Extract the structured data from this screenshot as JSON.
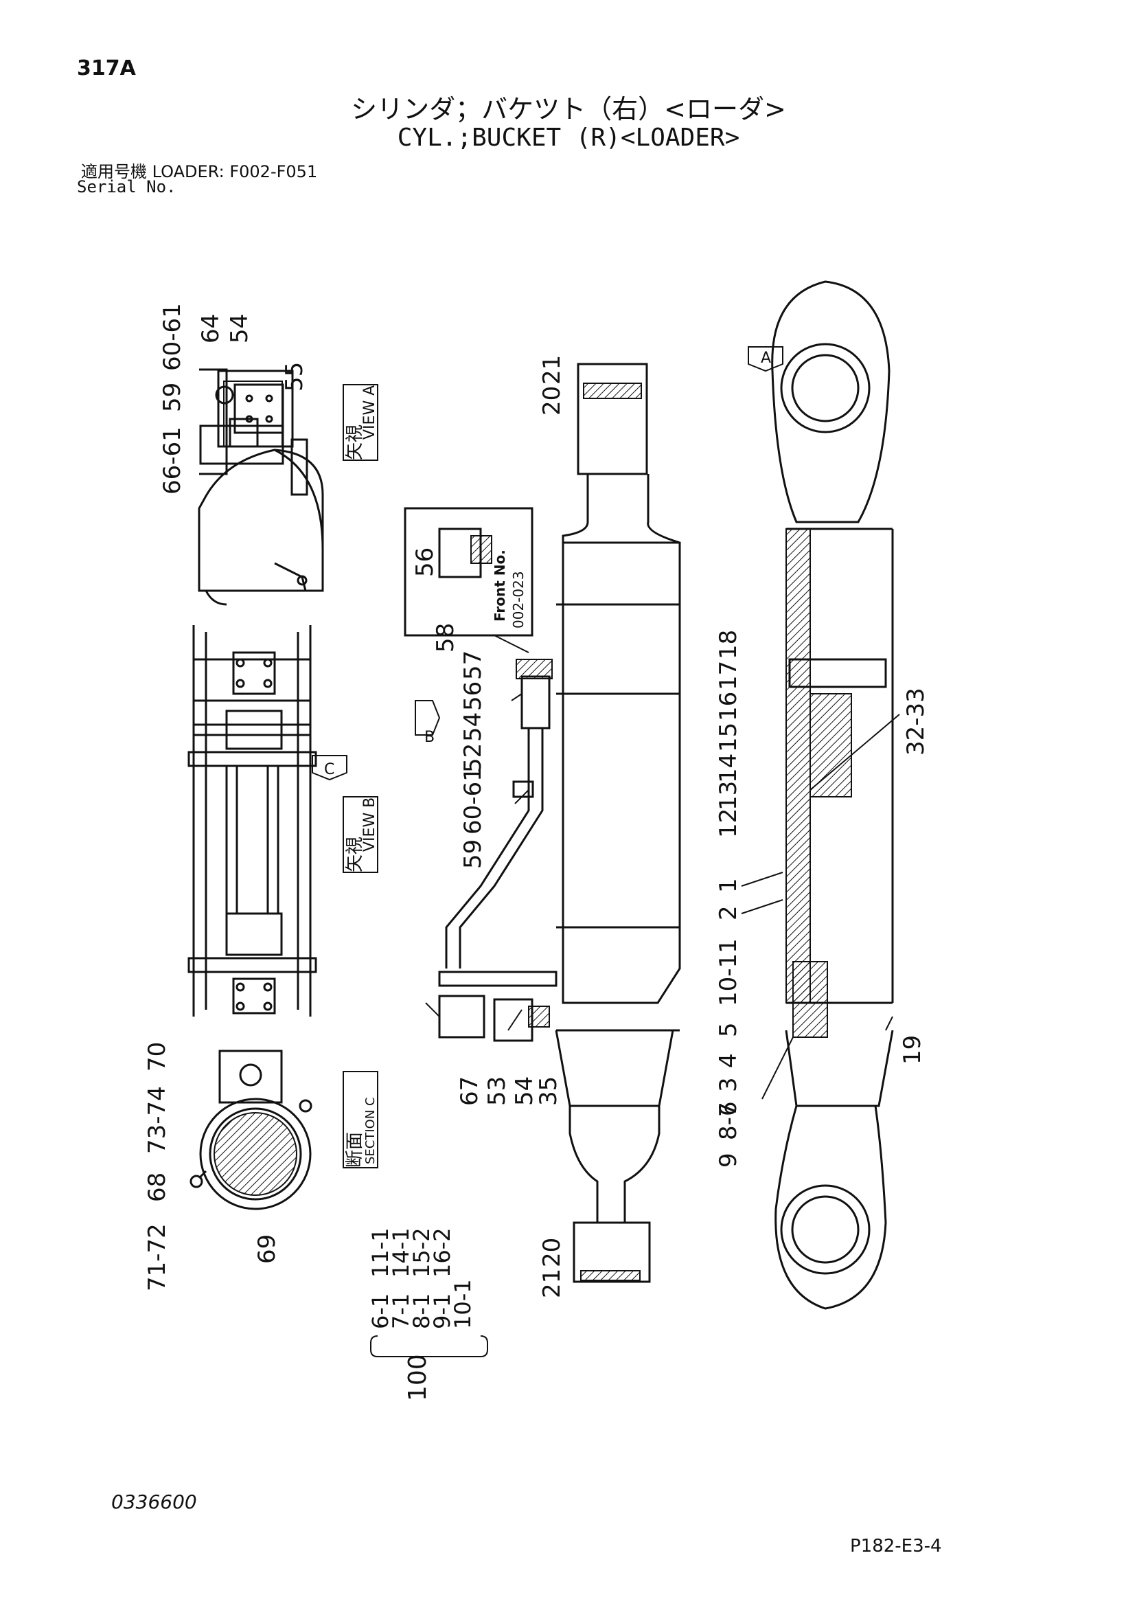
{
  "header": {
    "page_id": "317A",
    "title_jp": "シリンダ；バケツト（右）<ローダ>",
    "title_en": "CYL.;BUCKET (R)<LOADER>",
    "serial_label_jp": "適用号機  LOADER: F002-F051",
    "serial_label_en": "Serial No."
  },
  "footer": {
    "doc_no": "0336600",
    "page_code": "P182-E3-4"
  },
  "views": {
    "view_a_jp": "矢視",
    "view_a_en": "VIEW A",
    "view_b_jp": "矢視",
    "view_b_en": "VIEW B",
    "section_c_jp": "断面",
    "section_c_en": "SECTION C",
    "marker_a": "A",
    "marker_b": "B",
    "marker_c": "C"
  },
  "inset": {
    "part": "56",
    "front_label": "Front No.",
    "front_range": "002-023"
  },
  "callouts": {
    "view_a": [
      "66-61",
      "59",
      "60-61",
      "64",
      "54",
      "55"
    ],
    "section_c": [
      "70",
      "73-74",
      "68",
      "71-72",
      "69"
    ],
    "kit_list": [
      "6-1",
      "11-1",
      "7-1",
      "14-1",
      "8-1",
      "15-2",
      "9-1",
      "16-2",
      "10-1"
    ],
    "kit_total": "100",
    "middle": [
      "20",
      "21",
      "58",
      "57",
      "56",
      "54",
      "52",
      "60-61",
      "59",
      "67",
      "53",
      "54",
      "35",
      "21",
      "20"
    ],
    "right": [
      "32-33",
      "18",
      "17",
      "16",
      "15",
      "14",
      "13",
      "12",
      "1",
      "2",
      "10-11",
      "5",
      "4",
      "3",
      "6",
      "7",
      "8-7",
      "9",
      "19"
    ]
  }
}
